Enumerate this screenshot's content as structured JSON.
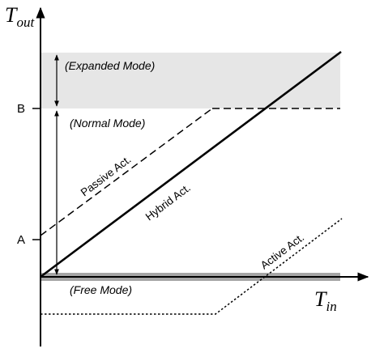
{
  "axes": {
    "y_title_main": "T",
    "y_title_sub": "out",
    "x_title_main": "T",
    "x_title_sub": "in"
  },
  "y_ticks": {
    "b": "B",
    "a": "A"
  },
  "regions": {
    "expanded": "(Expanded Mode)",
    "normal": "(Normal Mode)",
    "free": "(Free Mode)"
  },
  "lines": {
    "passive": "Passive Act.",
    "hybrid": "Hybrid Act.",
    "active": "Active Act."
  },
  "colors": {
    "expanded_band": "#e6e6e6",
    "free_band": "#a6a6a6",
    "ink": "#000000"
  }
}
